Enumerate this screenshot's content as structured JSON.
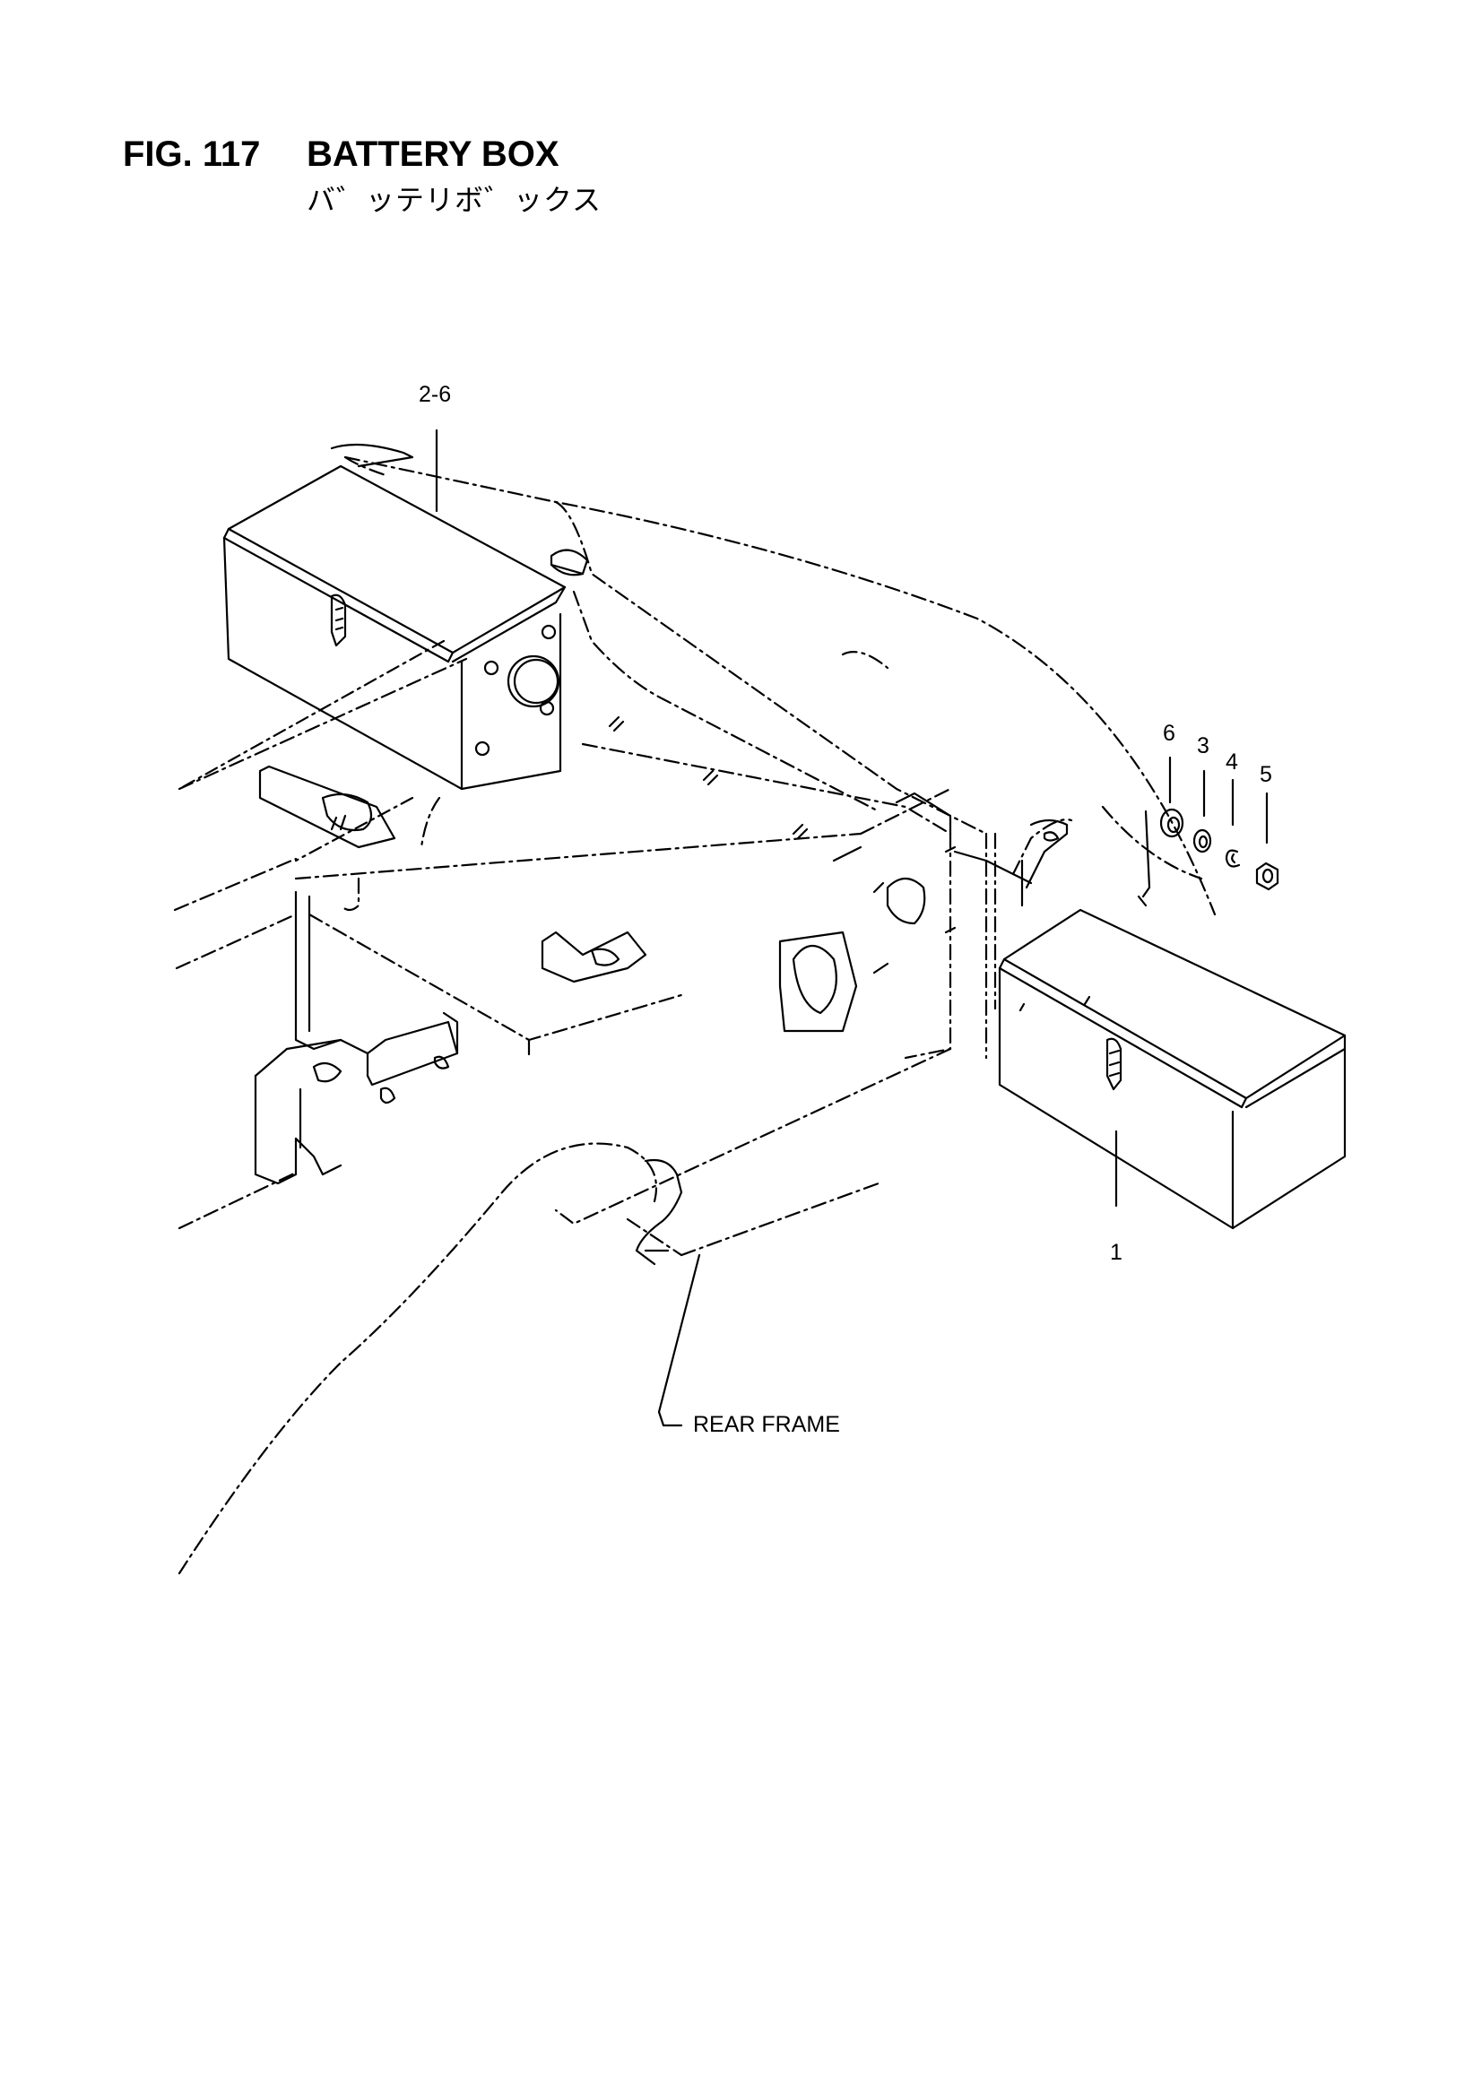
{
  "header": {
    "figure_number": "FIG. 117",
    "title": "BATTERY BOX",
    "subtitle": "バ゛ッテリボ゛ックス"
  },
  "callouts": {
    "box_left": "2-6",
    "box_right": "1",
    "item_6": "6",
    "item_3": "3",
    "item_4": "4",
    "item_5": "5",
    "rear_frame": "REAR FRAME"
  }
}
